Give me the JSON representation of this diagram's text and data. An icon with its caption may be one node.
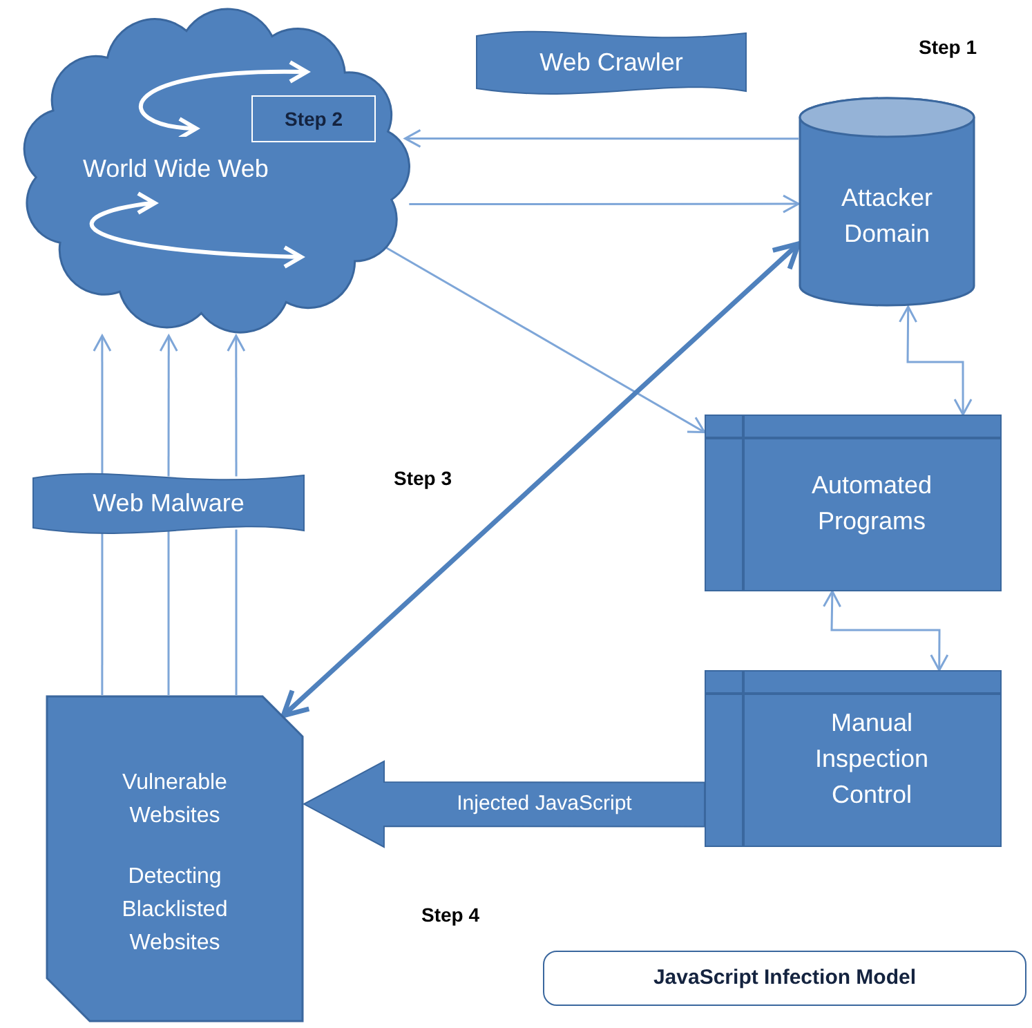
{
  "diagram": {
    "nodes": [
      {
        "text": [
          "World Wide Web"
        ]
      },
      {
        "text": [
          "Step 2"
        ],
        "in": 0
      },
      {
        "text": [
          "Web Crawler"
        ]
      },
      {
        "text": [
          "Attacker Domain"
        ]
      },
      {
        "text": [
          "Automated Programs"
        ]
      },
      {
        "text": [
          "Manual Inspection Control"
        ]
      },
      {
        "text": [
          "Web Malware"
        ]
      },
      {
        "text": [
          "Vulnerable Websites",
          "Detecting Blacklisted Websites"
        ]
      },
      {
        "text": [
          "JavaScript Infection Model"
        ]
      }
    ],
    "edges": [
      {
        "from": 3,
        "to": 0,
        "arrow": "to"
      },
      {
        "from": 0,
        "to": 3,
        "arrow": "to"
      },
      {
        "from": 0,
        "to": 4,
        "arrow": "to"
      },
      {
        "from": 3,
        "to": 7,
        "arrow": "both",
        "style": "thick"
      },
      {
        "from": 3,
        "to": 4,
        "arrow": "both"
      },
      {
        "from": 4,
        "to": 5,
        "arrow": "both"
      },
      {
        "from": 6,
        "to": 0,
        "arrow": "to"
      },
      {
        "from": 6,
        "to": 0,
        "arrow": "to"
      },
      {
        "from": 6,
        "to": 0,
        "arrow": "to"
      },
      {
        "from": 5,
        "to": 7,
        "arrow": "to",
        "label": "Injected JavaScript",
        "style": "thick"
      },
      {
        "from": 7,
        "to": 6,
        "arrow": "none"
      },
      {
        "from": 7,
        "to": 6,
        "arrow": "none"
      },
      {
        "from": 7,
        "to": 6,
        "arrow": "none"
      }
    ],
    "labels": [
      "Step 1",
      "Step 3",
      "Step 4"
    ]
  }
}
